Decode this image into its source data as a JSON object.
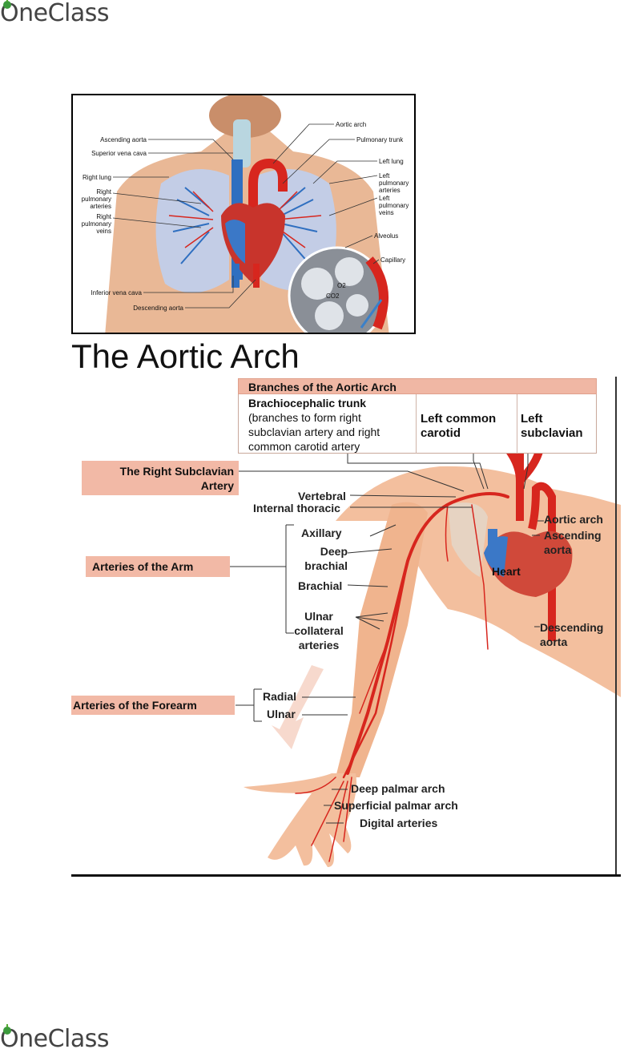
{
  "logo": {
    "brand": "OneClass"
  },
  "figure1": {
    "labels_left": [
      "Ascending aorta",
      "Superior vena cava",
      "Right lung",
      "Right pulmonary arteries",
      "Right pulmonary veins",
      "Inferior vena cava",
      "Descending aorta"
    ],
    "labels_right": [
      "Aortic arch",
      "Pulmonary trunk",
      "Left lung",
      "Left pulmonary arteries",
      "Left pulmonary veins",
      "Alveolus",
      "Capillary"
    ],
    "gas_o2": "O2",
    "gas_co2": "CO2"
  },
  "title": "The Aortic Arch",
  "figure2": {
    "table": {
      "header": "Branches of the Aortic Arch",
      "col1_title": "Brachiocephalic trunk",
      "col1_text": "(branches to form right subclavian artery and right common carotid artery",
      "col2": "Left common carotid",
      "col3": "Left subclavian"
    },
    "boxes": {
      "right_subclavian": "The Right Subclavian Artery",
      "arm": "Arteries of the Arm",
      "forearm": "Arteries of the Forearm"
    },
    "labels": {
      "vertebral": "Vertebral",
      "internal_thoracic": "Internal thoracic",
      "axillary": "Axillary",
      "deep_brachial": "Deep brachial",
      "brachial": "Brachial",
      "ulnar_collateral": "Ulnar collateral arteries",
      "radial": "Radial",
      "ulnar": "Ulnar",
      "deep_palmar": "Deep palmar arch",
      "superficial_palmar": "Superficial palmar arch",
      "digital": "Digital arteries",
      "aortic_arch": "Aortic arch",
      "ascending_aorta": "Ascending aorta",
      "heart": "Heart",
      "descending_aorta": "Descending aorta"
    }
  },
  "colors": {
    "artery": "#d7261e",
    "vein": "#2f6fc0",
    "skin": "#f0b090",
    "label_box": "#f2b9a6"
  }
}
